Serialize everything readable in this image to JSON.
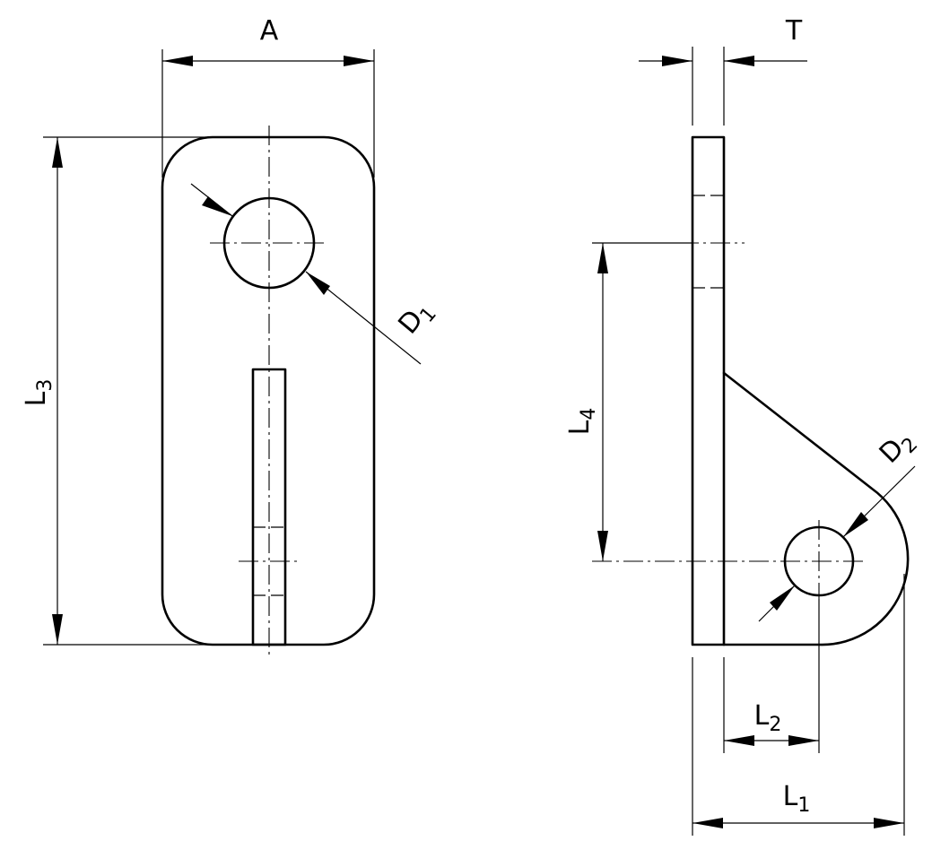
{
  "labels": {
    "A": "A",
    "T": "T",
    "L3_main": "L",
    "L3_sub": "3",
    "L4_main": "L",
    "L4_sub": "4",
    "L2_main": "L",
    "L2_sub": "2",
    "L1_main": "L",
    "L1_sub": "1",
    "D1_main": "D",
    "D1_sub": "1",
    "D2_main": "D",
    "D2_sub": "2"
  },
  "colors": {
    "line": "#000000",
    "background": "#ffffff"
  }
}
